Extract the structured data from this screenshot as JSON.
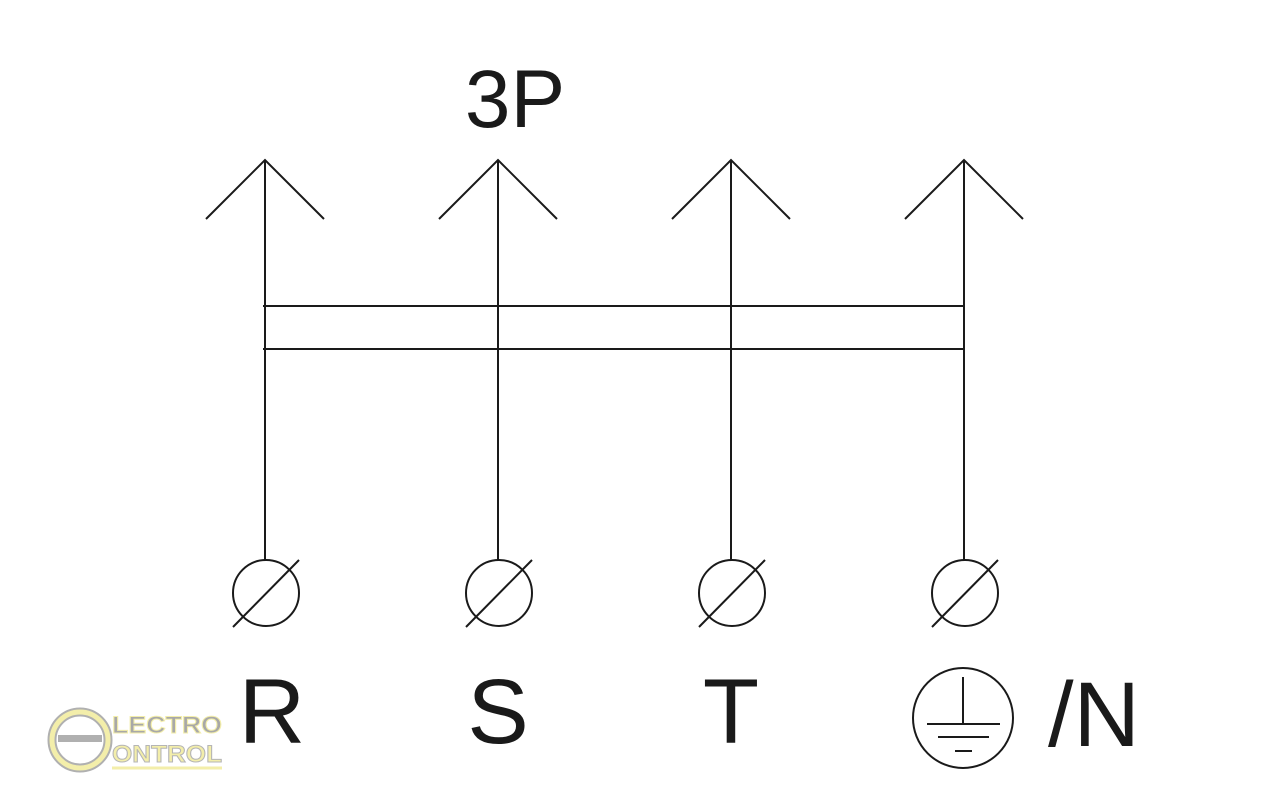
{
  "title": "3P",
  "terminals": [
    "R",
    "S",
    "T"
  ],
  "neutral_label": "/N",
  "ground_symbol": "protective-earth-icon",
  "logo": {
    "line1": "LECTRO",
    "line2": "ONTROL",
    "letter": "e"
  },
  "colors": {
    "line": "#1a1a1a",
    "logo_grey": "#a8a8a8",
    "logo_yellow": "#f3eeaa"
  }
}
